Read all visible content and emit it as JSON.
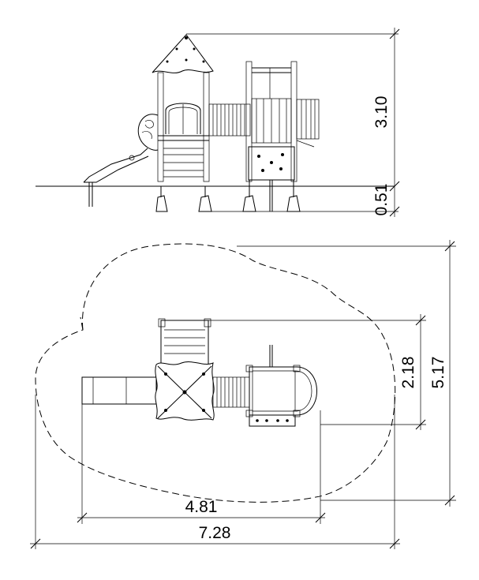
{
  "elevation": {
    "height_total": "3.10",
    "height_base": "0.51"
  },
  "plan": {
    "width_inner": "4.81",
    "width_outer": "7.28",
    "depth_inner": "2.18",
    "depth_outer": "5.17"
  },
  "colors": {
    "line": "#000000",
    "background": "#ffffff"
  }
}
